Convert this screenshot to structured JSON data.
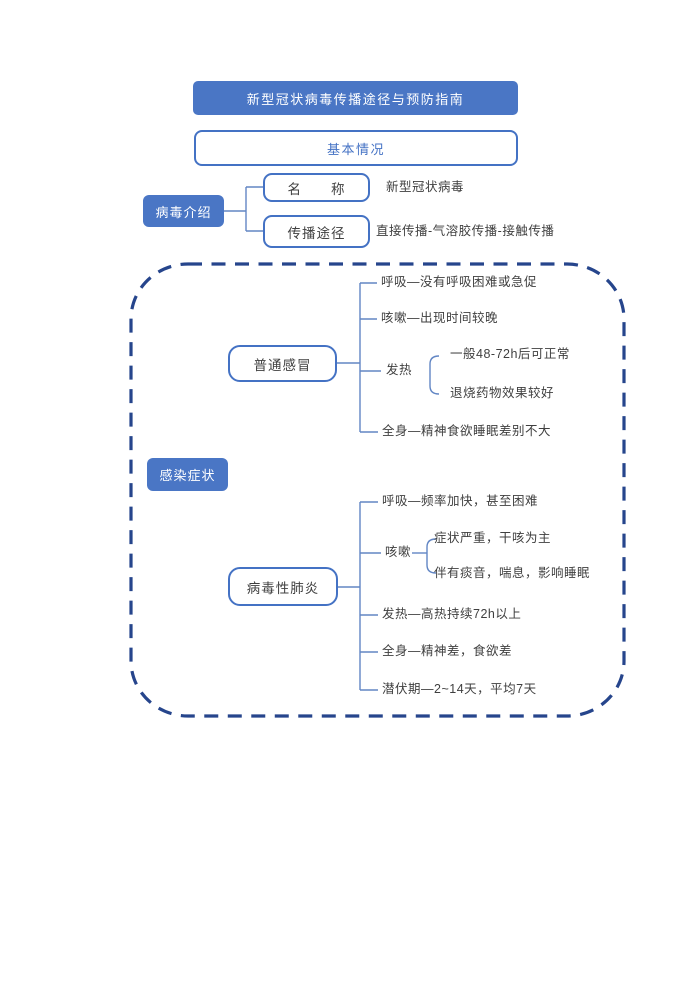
{
  "doc": {
    "title": "新型冠状病毒传播途径与预防指南",
    "basic_info": "基本情况"
  },
  "virus_intro": {
    "label": "病毒介绍",
    "name_box": "名　　称",
    "name_value": "新型冠状病毒",
    "route_box": "传播途径",
    "route_value": "直接传播-气溶胶传播-接触传播"
  },
  "symptoms": {
    "label": "感染症状",
    "common_cold": {
      "label": "普通感冒",
      "breath": "呼吸—没有呼吸困难或急促",
      "cough": "咳嗽—出现时间较晚",
      "fever": "发热",
      "fever_sub1": "一般48-72h后可正常",
      "fever_sub2": "退烧药物效果较好",
      "whole_body": "全身—精神食欲睡眠差别不大"
    },
    "viral_pneumonia": {
      "label": "病毒性肺炎",
      "breath": "呼吸—频率加快，甚至困难",
      "cough": "咳嗽",
      "cough_sub1": "症状严重，干咳为主",
      "cough_sub2": "伴有痰音，喘息，影响睡眠",
      "fever": "发热—高热持续72h以上",
      "whole_body": "全身—精神差，食欲差",
      "incubation": "潜伏期—2~14天，平均7天"
    }
  },
  "colors": {
    "accent_blue": "#4a76c5",
    "outline_blue": "#4472c4",
    "dashed_border": "#26458c",
    "connector_line": "#6286c4",
    "body_text": "#3f3f3f"
  }
}
